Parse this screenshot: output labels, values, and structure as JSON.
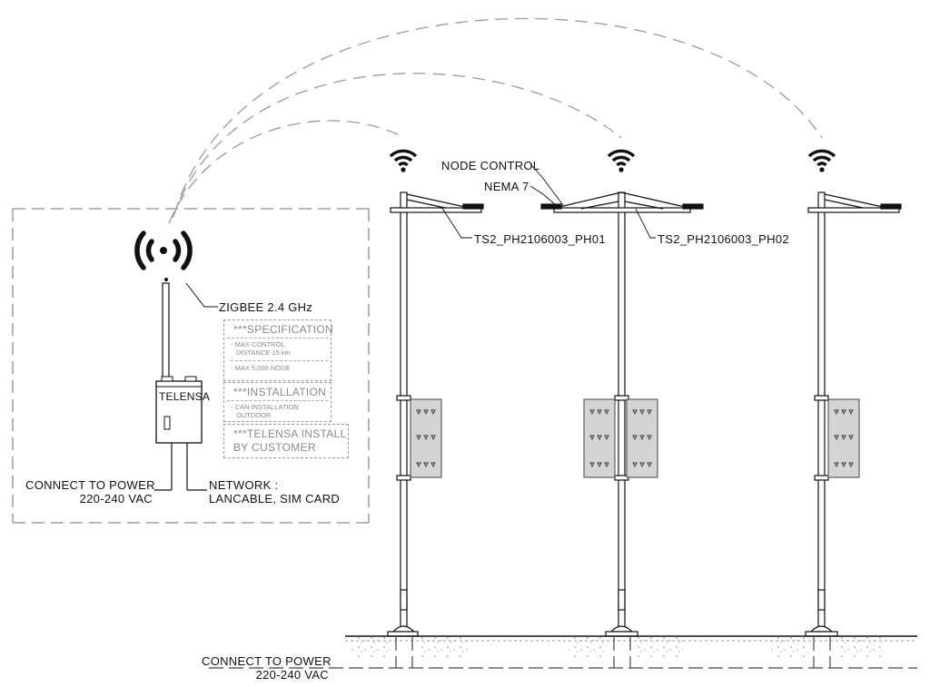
{
  "gateway": {
    "device_label": "TELENSA",
    "zigbee_label": "ZIGBEE 2.4 GHz",
    "power_label_line1": "CONNECT TO POWER",
    "power_label_line2": "220-240 VAC",
    "network_label_line1": "NETWORK :",
    "network_label_line2": "LANCABLE, SIM CARD"
  },
  "specification": {
    "spec_heading": "***SPECIFICATION",
    "spec_item1_line1": "- MAX CONTROL",
    "spec_item1_line2": "DISTANCE 15 km",
    "spec_item2": "- MAX 5,000 NODE",
    "install_heading": "***INSTALLATION",
    "install_item_line1": "- CAN INSTALLATION",
    "install_item_line2": "OUTDOOR",
    "telensa_line1": "***TELENSA INSTALL",
    "telensa_line2": "BY CUSTOMER"
  },
  "poles": {
    "node_control_label": "NODE CONTROL",
    "nema_label": "NEMA 7",
    "pole1_code": "TS2_PH2106003_PH01",
    "pole2_code": "TS2_PH2106003_PH02"
  },
  "ground": {
    "power_label_line1": "CONNECT TO POWER",
    "power_label_line2": "220-240 VAC"
  },
  "icons": [
    "wireless-broadcast-icon",
    "wifi-icon"
  ],
  "colors": {
    "line": "#111111",
    "dashed": "#8c8c8c",
    "banner": "#d4d4d4"
  }
}
